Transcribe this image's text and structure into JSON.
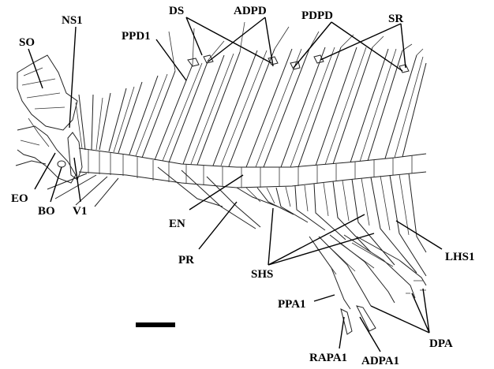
{
  "labels": {
    "so": "SO",
    "ns1": "NS1",
    "ppd1": "PPD1",
    "ds": "DS",
    "adpd": "ADPD",
    "pdpd": "PDPD",
    "sr": "SR",
    "eo": "EO",
    "bo": "BO",
    "v1": "V1",
    "en": "EN",
    "pr": "PR",
    "shs": "SHS",
    "lhs1": "LHS1",
    "ppa1": "PPA1",
    "rapa1": "RAPA1",
    "adpa1": "ADPA1",
    "dpa": "DPA"
  },
  "colors": {
    "ink": "#000000",
    "background": "#ffffff"
  }
}
